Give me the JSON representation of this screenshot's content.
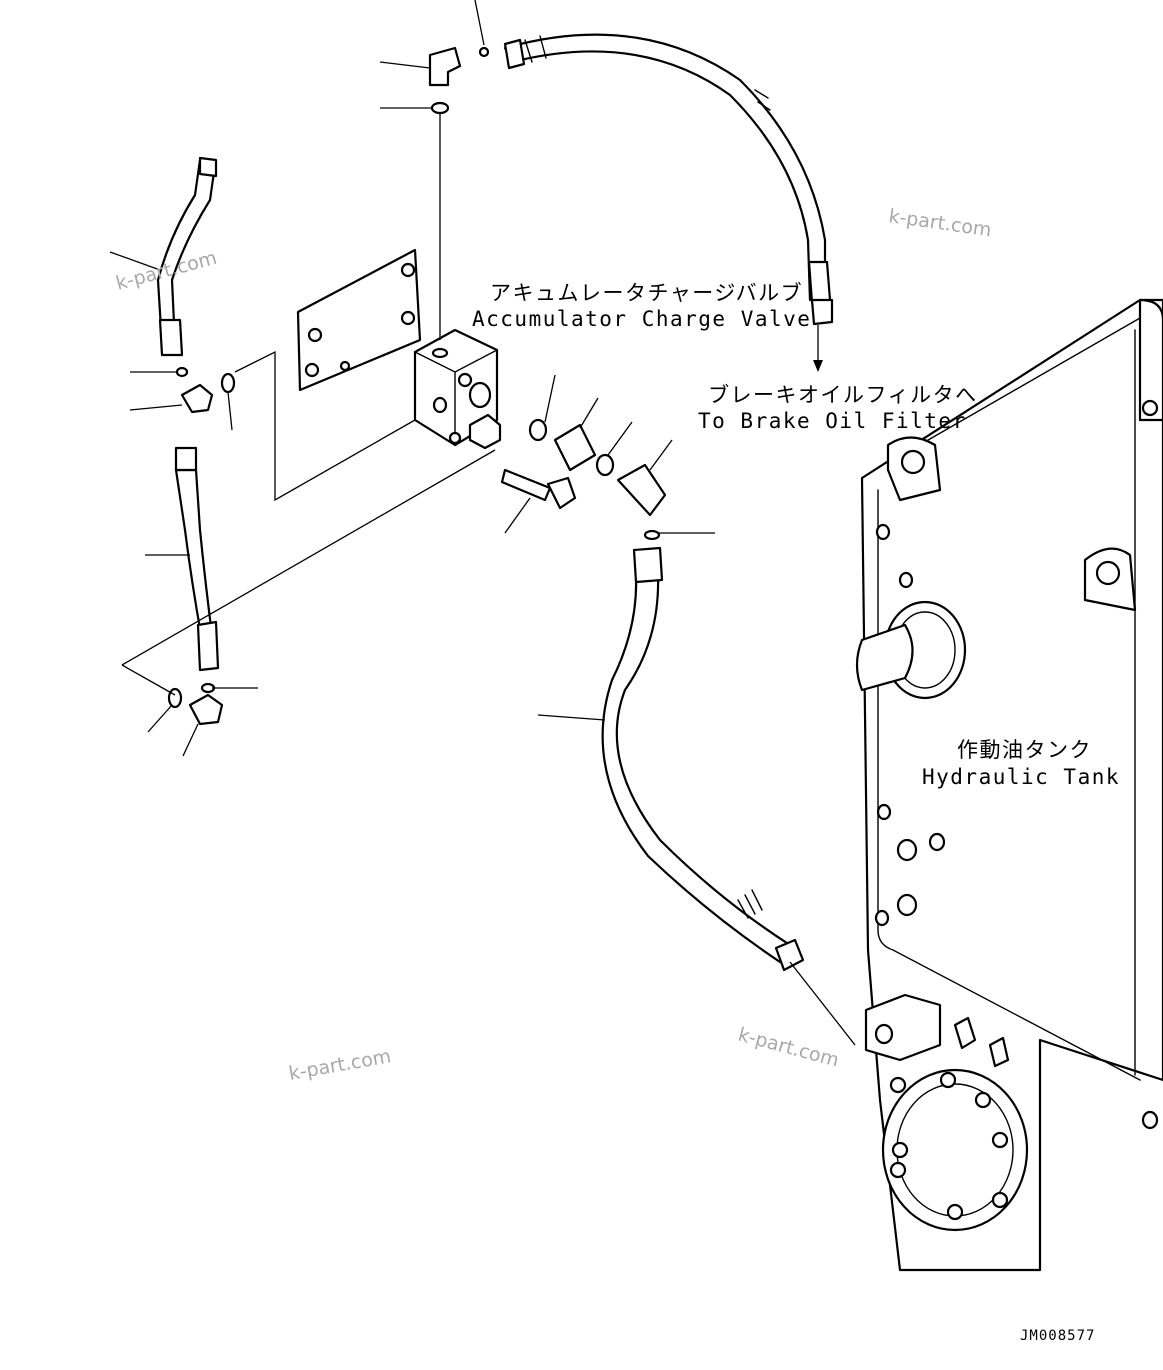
{
  "labels": {
    "valve_jp": "アキュムレータチャージバルブ",
    "valve_en": "Accumulator Charge Valve",
    "filter_jp": "ブレーキオイルフィルタへ",
    "filter_en": "To Brake Oil Filter",
    "tank_jp": "作動油タンク",
    "tank_en": "Hydraulic Tank",
    "drawing_no": "JM008577"
  },
  "watermarks": [
    "k-part.com",
    "k-part.com",
    "k-part.com",
    "k-part.com"
  ]
}
